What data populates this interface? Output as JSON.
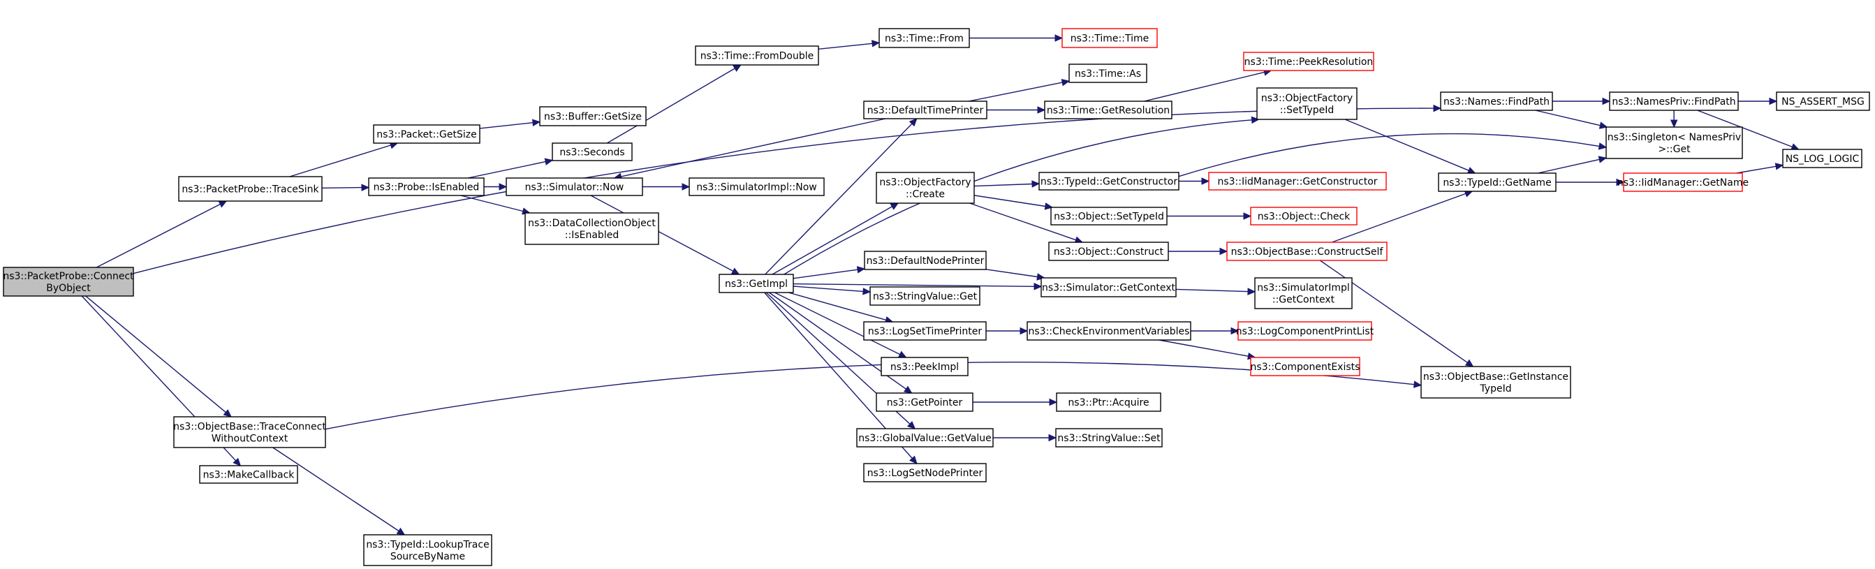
{
  "diagram": {
    "type": "call-graph",
    "edge_color": "#191970",
    "nodes": [
      {
        "id": "root",
        "lines": [
          "ns3::PacketProbe::Connect",
          "ByObject"
        ],
        "style": "root"
      },
      {
        "id": "traceSink",
        "lines": [
          "ns3::PacketProbe::TraceSink"
        ]
      },
      {
        "id": "traceConnect",
        "lines": [
          "ns3::ObjectBase::TraceConnect",
          "WithoutContext"
        ]
      },
      {
        "id": "makeCallback",
        "lines": [
          "ns3::MakeCallback"
        ]
      },
      {
        "id": "lookupTrace",
        "lines": [
          "ns3::TypeId::LookupTrace",
          "SourceByName"
        ]
      },
      {
        "id": "getSize",
        "lines": [
          "ns3::Packet::GetSize"
        ]
      },
      {
        "id": "bufGetSize",
        "lines": [
          "ns3::Buffer::GetSize"
        ]
      },
      {
        "id": "isEnabled",
        "lines": [
          "ns3::Probe::IsEnabled"
        ]
      },
      {
        "id": "seconds",
        "lines": [
          "ns3::Seconds"
        ]
      },
      {
        "id": "simNow",
        "lines": [
          "ns3::Simulator::Now"
        ]
      },
      {
        "id": "dcoEnabled",
        "lines": [
          "ns3::DataCollectionObject",
          "::IsEnabled"
        ]
      },
      {
        "id": "fromDouble",
        "lines": [
          "ns3::Time::FromDouble"
        ]
      },
      {
        "id": "timeFrom",
        "lines": [
          "ns3::Time::From"
        ]
      },
      {
        "id": "timeTime",
        "lines": [
          "ns3::Time::Time"
        ],
        "style": "red"
      },
      {
        "id": "simImplNow",
        "lines": [
          "ns3::SimulatorImpl::Now"
        ]
      },
      {
        "id": "getImpl",
        "lines": [
          "ns3::GetImpl"
        ]
      },
      {
        "id": "defTimePrinter",
        "lines": [
          "ns3::DefaultTimePrinter"
        ]
      },
      {
        "id": "timeAs",
        "lines": [
          "ns3::Time::As"
        ]
      },
      {
        "id": "timeGetRes",
        "lines": [
          "ns3::Time::GetResolution"
        ]
      },
      {
        "id": "peekRes",
        "lines": [
          "ns3::Time::PeekResolution"
        ],
        "style": "red"
      },
      {
        "id": "ofCreate",
        "lines": [
          "ns3::ObjectFactory",
          "::Create"
        ]
      },
      {
        "id": "ofSetTypeId",
        "lines": [
          "ns3::ObjectFactory",
          "::SetTypeId"
        ]
      },
      {
        "id": "tidGetCtor",
        "lines": [
          "ns3::TypeId::GetConstructor"
        ]
      },
      {
        "id": "iidGetCtor",
        "lines": [
          "ns3::IidManager::GetConstructor"
        ],
        "style": "red"
      },
      {
        "id": "objSetTypeId",
        "lines": [
          "ns3::Object::SetTypeId"
        ]
      },
      {
        "id": "objCheck",
        "lines": [
          "ns3::Object::Check"
        ],
        "style": "red"
      },
      {
        "id": "objConstruct",
        "lines": [
          "ns3::Object::Construct"
        ]
      },
      {
        "id": "constructSelf",
        "lines": [
          "ns3::ObjectBase::ConstructSelf"
        ],
        "style": "red"
      },
      {
        "id": "defNodePrinter",
        "lines": [
          "ns3::DefaultNodePrinter"
        ]
      },
      {
        "id": "simGetContext",
        "lines": [
          "ns3::Simulator::GetContext"
        ]
      },
      {
        "id": "simImplGetCtx",
        "lines": [
          "ns3::SimulatorImpl",
          "::GetContext"
        ]
      },
      {
        "id": "strValGet",
        "lines": [
          "ns3::StringValue::Get"
        ]
      },
      {
        "id": "logSetTime",
        "lines": [
          "ns3::LogSetTimePrinter"
        ]
      },
      {
        "id": "checkEnv",
        "lines": [
          "ns3::CheckEnvironmentVariables"
        ]
      },
      {
        "id": "logCompPrint",
        "lines": [
          "ns3::LogComponentPrintList"
        ],
        "style": "red"
      },
      {
        "id": "compExists",
        "lines": [
          "ns3::ComponentExists"
        ],
        "style": "red"
      },
      {
        "id": "peekImpl",
        "lines": [
          "ns3::PeekImpl"
        ]
      },
      {
        "id": "getPointer",
        "lines": [
          "ns3::GetPointer"
        ]
      },
      {
        "id": "ptrAcquire",
        "lines": [
          "ns3::Ptr::Acquire"
        ]
      },
      {
        "id": "gvGetValue",
        "lines": [
          "ns3::GlobalValue::GetValue"
        ]
      },
      {
        "id": "strValSet",
        "lines": [
          "ns3::StringValue::Set"
        ]
      },
      {
        "id": "logSetNode",
        "lines": [
          "ns3::LogSetNodePrinter"
        ]
      },
      {
        "id": "findPath",
        "lines": [
          "ns3::Names::FindPath"
        ]
      },
      {
        "id": "nprivFindPath",
        "lines": [
          "ns3::NamesPriv::FindPath"
        ]
      },
      {
        "id": "assertMsg",
        "lines": [
          "NS_ASSERT_MSG"
        ]
      },
      {
        "id": "singletonGet",
        "lines": [
          "ns3::Singleton< NamesPriv",
          " >::Get"
        ]
      },
      {
        "id": "logLogic",
        "lines": [
          "NS_LOG_LOGIC"
        ]
      },
      {
        "id": "tidGetName",
        "lines": [
          "ns3::TypeId::GetName"
        ]
      },
      {
        "id": "iidGetName",
        "lines": [
          "ns3::IidManager::GetName"
        ],
        "style": "red"
      },
      {
        "id": "getInstTid",
        "lines": [
          "ns3::ObjectBase::GetInstance",
          "TypeId"
        ]
      }
    ],
    "edges": [
      [
        "root",
        "traceSink"
      ],
      [
        "root",
        "traceConnect"
      ],
      [
        "root",
        "makeCallback"
      ],
      [
        "root",
        "findPath"
      ],
      [
        "traceSink",
        "getSize"
      ],
      [
        "traceSink",
        "isEnabled"
      ],
      [
        "getSize",
        "bufGetSize"
      ],
      [
        "isEnabled",
        "seconds"
      ],
      [
        "isEnabled",
        "simNow"
      ],
      [
        "isEnabled",
        "dcoEnabled"
      ],
      [
        "seconds",
        "fromDouble"
      ],
      [
        "fromDouble",
        "timeFrom"
      ],
      [
        "timeFrom",
        "timeTime"
      ],
      [
        "simNow",
        "simImplNow"
      ],
      [
        "simNow",
        "getImpl"
      ],
      [
        "getImpl",
        "defTimePrinter"
      ],
      [
        "getImpl",
        "ofSetTypeId"
      ],
      [
        "getImpl",
        "ofCreate"
      ],
      [
        "getImpl",
        "defNodePrinter"
      ],
      [
        "getImpl",
        "simGetContext"
      ],
      [
        "getImpl",
        "strValGet"
      ],
      [
        "getImpl",
        "logSetTime"
      ],
      [
        "getImpl",
        "peekImpl"
      ],
      [
        "getImpl",
        "getPointer"
      ],
      [
        "getImpl",
        "gvGetValue"
      ],
      [
        "getImpl",
        "logSetNode"
      ],
      [
        "defTimePrinter",
        "simNow"
      ],
      [
        "defTimePrinter",
        "timeAs"
      ],
      [
        "defTimePrinter",
        "timeGetRes"
      ],
      [
        "timeGetRes",
        "peekRes"
      ],
      [
        "ofCreate",
        "tidGetCtor"
      ],
      [
        "ofCreate",
        "objSetTypeId"
      ],
      [
        "ofCreate",
        "objConstruct"
      ],
      [
        "ofSetTypeId",
        "tidGetName"
      ],
      [
        "tidGetCtor",
        "iidGetCtor"
      ],
      [
        "tidGetCtor",
        "singletonGet"
      ],
      [
        "objSetTypeId",
        "objCheck"
      ],
      [
        "objConstruct",
        "constructSelf"
      ],
      [
        "constructSelf",
        "tidGetName"
      ],
      [
        "constructSelf",
        "getInstTid"
      ],
      [
        "defNodePrinter",
        "simGetContext"
      ],
      [
        "simGetContext",
        "simImplGetCtx"
      ],
      [
        "logSetTime",
        "checkEnv"
      ],
      [
        "checkEnv",
        "logCompPrint"
      ],
      [
        "checkEnv",
        "compExists"
      ],
      [
        "getPointer",
        "ptrAcquire"
      ],
      [
        "gvGetValue",
        "strValSet"
      ],
      [
        "findPath",
        "nprivFindPath"
      ],
      [
        "findPath",
        "singletonGet"
      ],
      [
        "nprivFindPath",
        "assertMsg"
      ],
      [
        "nprivFindPath",
        "singletonGet"
      ],
      [
        "nprivFindPath",
        "logLogic"
      ],
      [
        "tidGetName",
        "singletonGet"
      ],
      [
        "tidGetName",
        "iidGetName"
      ],
      [
        "iidGetName",
        "logLogic"
      ],
      [
        "traceConnect",
        "lookupTrace"
      ],
      [
        "traceConnect",
        "getInstTid"
      ]
    ]
  }
}
